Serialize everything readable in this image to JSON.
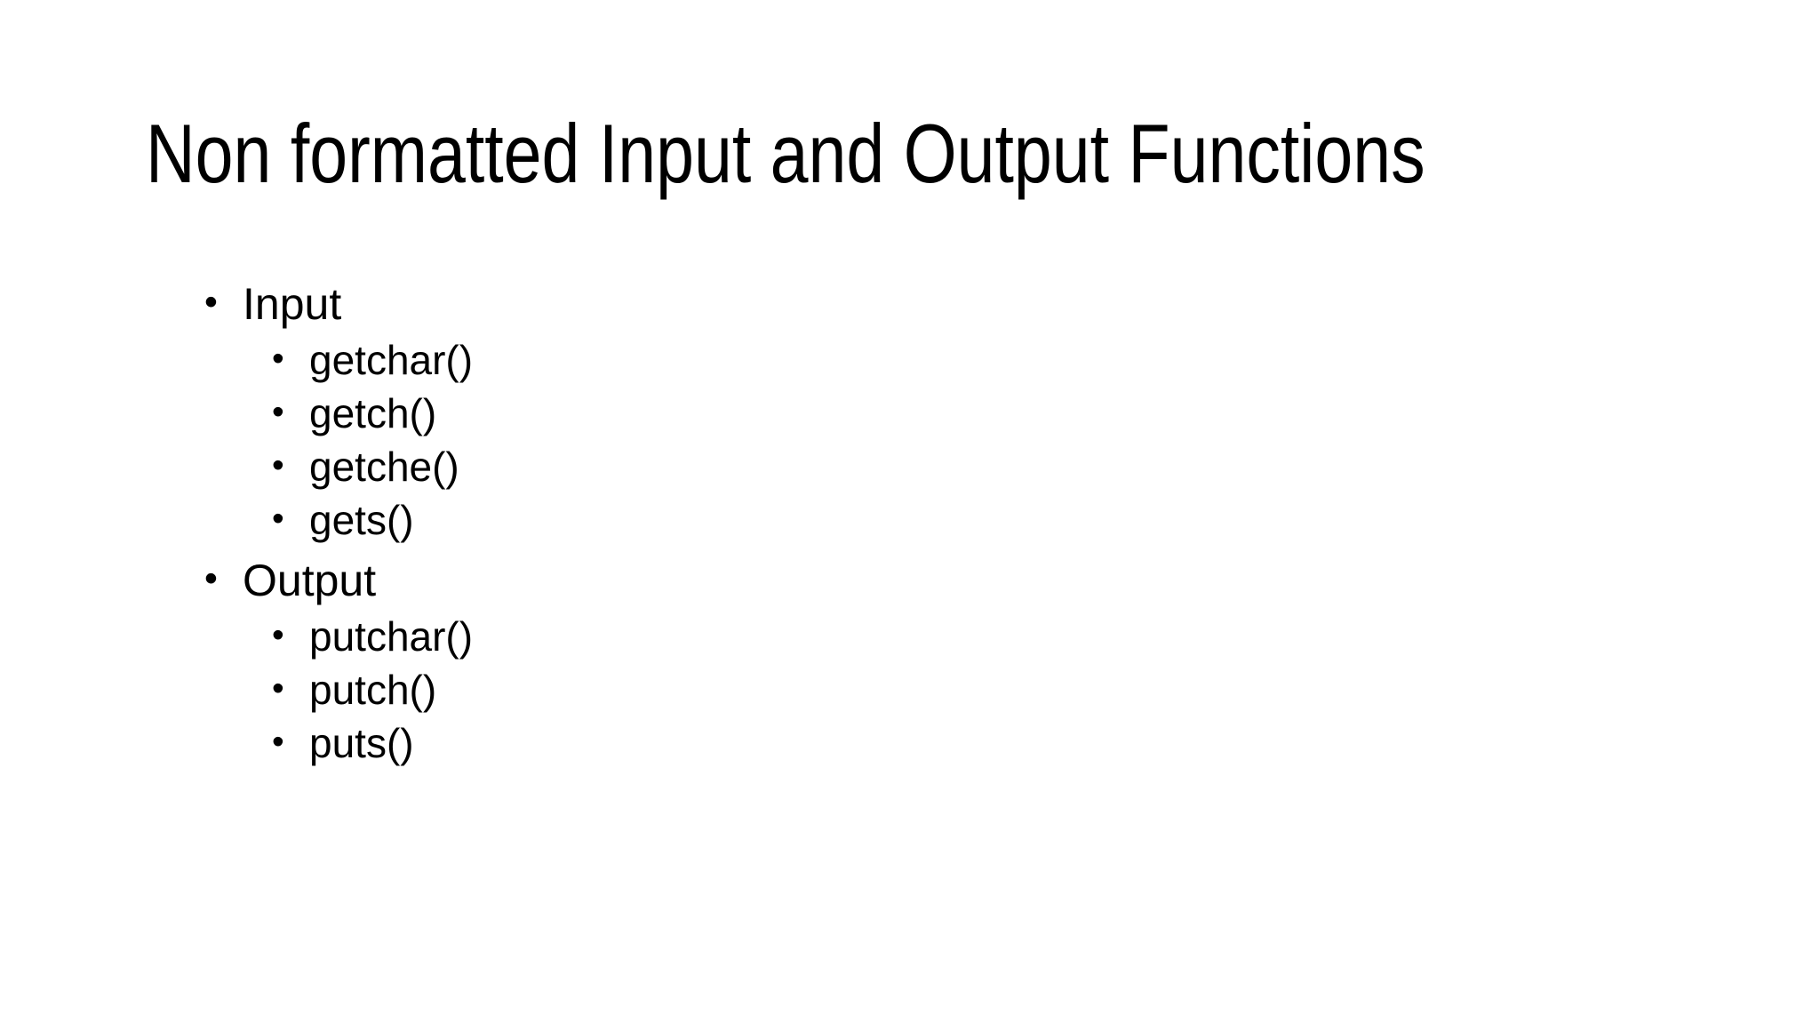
{
  "slide": {
    "title": "Non formatted Input and Output Functions",
    "bullet_glyph": "•",
    "colors": {
      "background": "#ffffff",
      "text": "#000000"
    },
    "bullets": [
      {
        "level": 1,
        "text": "Input"
      },
      {
        "level": 2,
        "text": "getchar()"
      },
      {
        "level": 2,
        "text": "getch()"
      },
      {
        "level": 2,
        "text": "getche()"
      },
      {
        "level": 2,
        "text": "gets()"
      },
      {
        "level": 1,
        "text": "Output"
      },
      {
        "level": 2,
        "text": "putchar()"
      },
      {
        "level": 2,
        "text": "putch()"
      },
      {
        "level": 2,
        "text": "puts()"
      }
    ]
  }
}
